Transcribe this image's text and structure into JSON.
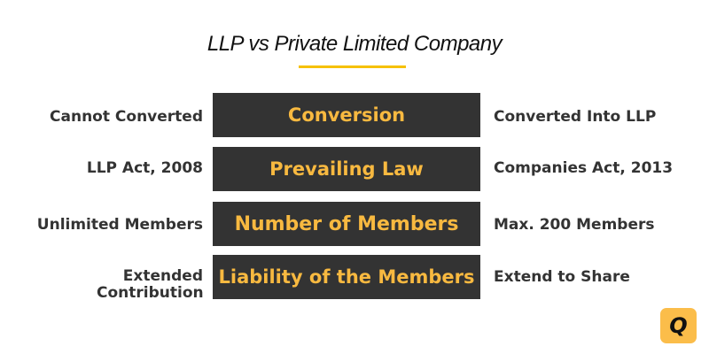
{
  "title": "LLP vs Private Limited Company",
  "rows": [
    {
      "criterion": "Conversion",
      "llp": "Cannot Converted",
      "pvt": "Converted Into LLP"
    },
    {
      "criterion": "Prevailing Law",
      "llp": "LLP Act, 2008",
      "pvt": "Companies Act, 2013"
    },
    {
      "criterion": "Number of Members",
      "llp": "Unlimited Members",
      "pvt": "Max. 200 Members"
    },
    {
      "criterion": "Liability of the Members",
      "llp": "Extended Contribution",
      "pvt": "Extend to Share"
    }
  ],
  "logo": "Q",
  "colors": {
    "accent": "#f8b940",
    "box": "#333333",
    "underline": "#f6c100"
  }
}
